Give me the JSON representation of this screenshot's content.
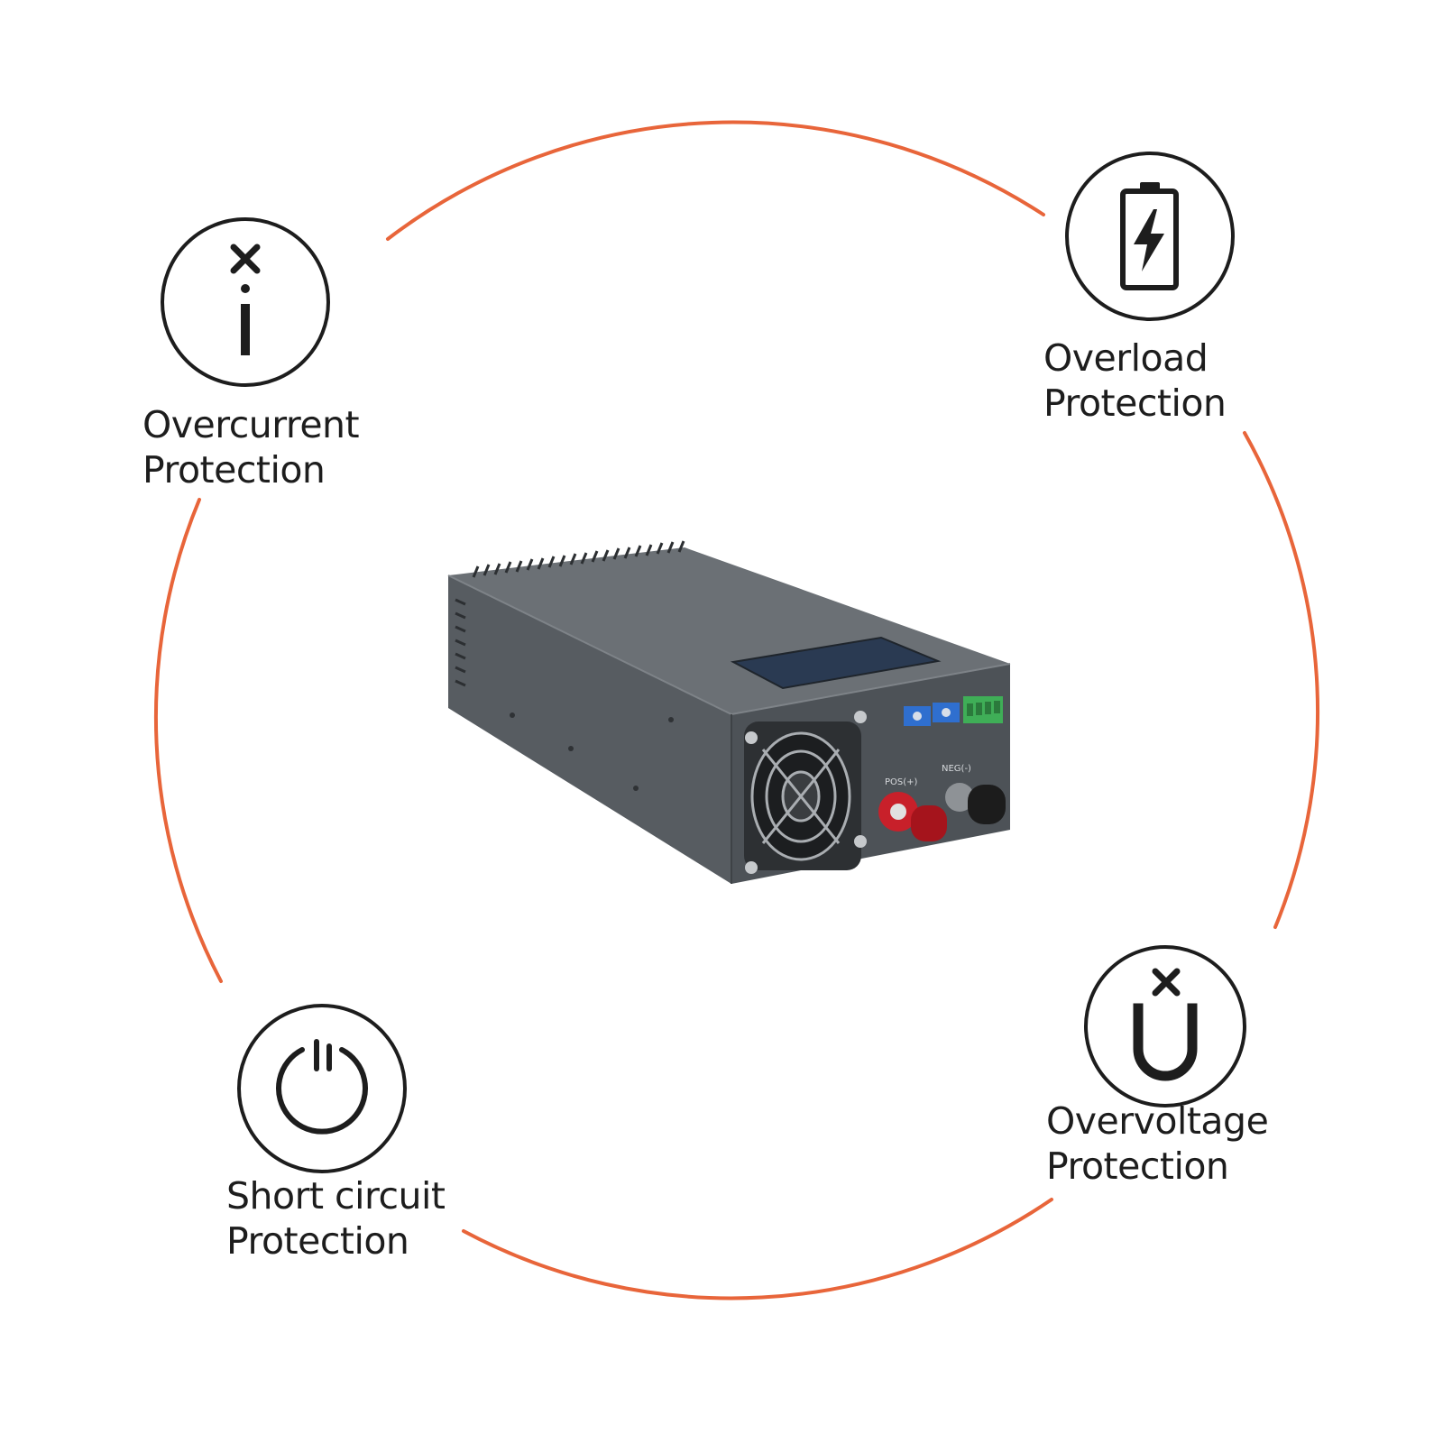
{
  "colors": {
    "ring": "#e8653a",
    "icon_stroke": "#1d1d1d",
    "text": "#1d1d1d",
    "device_body": "#5f6469",
    "device_front": "#4f5458",
    "positive_terminal": "#c8202a",
    "negative_terminal": "#1c1c1c",
    "terminal_block": "#3fae57",
    "trim_pots": "#2f6fcf"
  },
  "features": [
    {
      "icon": "overcurrent-icon",
      "line1": "Overcurrent",
      "line2": "Protection"
    },
    {
      "icon": "battery-bolt-icon",
      "line1": "Overload",
      "line2": "Protection"
    },
    {
      "icon": "power-icon",
      "line1": "Short circuit",
      "line2": "Protection"
    },
    {
      "icon": "overvoltage-icon",
      "line1": "Overvoltage",
      "line2": "Protection"
    }
  ],
  "device": {
    "pos_label": "POS(+)",
    "neg_label": "NEG(-)"
  }
}
